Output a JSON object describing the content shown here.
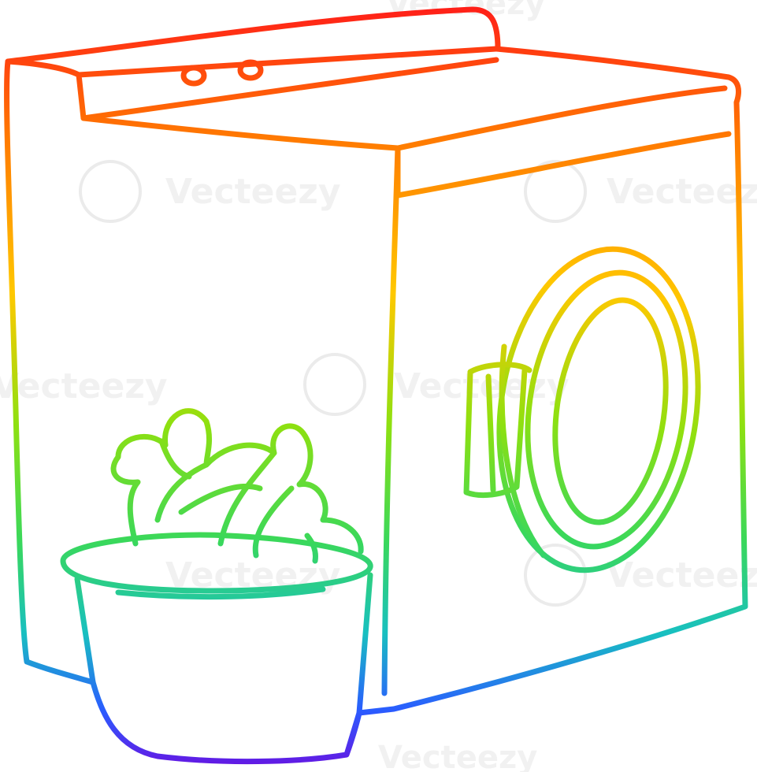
{
  "illustration": {
    "subject": "washing machine with laundry basket",
    "style": "rainbow gradient line drawing",
    "gradient_colors": [
      "#ff1a1a",
      "#ff8a00",
      "#ffd200",
      "#7ee60c",
      "#19c8b4",
      "#2a5cff",
      "#6a10e0"
    ]
  },
  "watermark": {
    "text": "Vecteezy",
    "icon": "vecteezy-v-logo-icon"
  }
}
